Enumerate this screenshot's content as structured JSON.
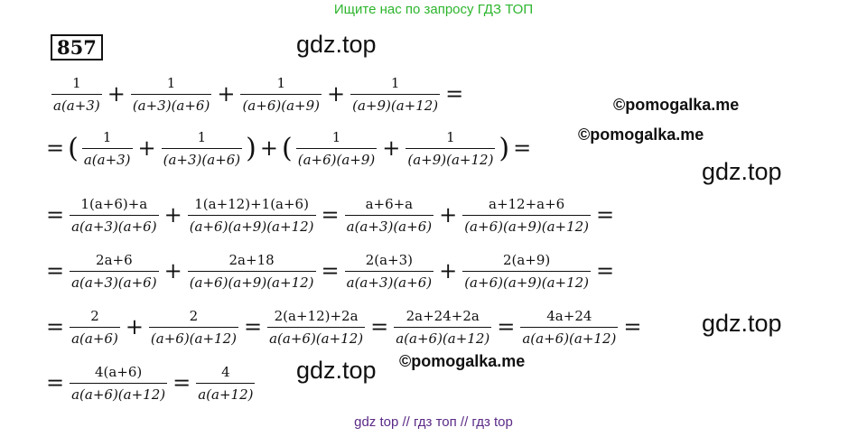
{
  "header": {
    "text": "Ищите нас по запросу ГДЗ ТОП"
  },
  "problem_number": "857",
  "watermarks": {
    "gdz_top_1": "gdz.top",
    "gdz_top_2": "gdz.top",
    "gdz_top_3": "gdz.top",
    "gdz_top_4": "gdz.top",
    "pomogalka_1": "©pomogalka.me",
    "pomogalka_2": "©pomogalka.me",
    "pomogalka_3": "©pomogalka.me"
  },
  "rows": {
    "r1": {
      "f1n": "1",
      "f1d": "a(a+3)",
      "f2n": "1",
      "f2d": "(a+3)(a+6)",
      "f3n": "1",
      "f3d": "(a+6)(a+9)",
      "f4n": "1",
      "f4d": "(a+9)(a+12)"
    },
    "r2": {
      "f1n": "1",
      "f1d": "a(a+3)",
      "f2n": "1",
      "f2d": "(a+3)(a+6)",
      "f3n": "1",
      "f3d": "(a+6)(a+9)",
      "f4n": "1",
      "f4d": "(a+9)(a+12)"
    },
    "r3": {
      "f1n": "1(a+6)+a",
      "f1d": "a(a+3)(a+6)",
      "f2n": "1(a+12)+1(a+6)",
      "f2d": "(a+6)(a+9)(a+12)",
      "f3n": "a+6+a",
      "f3d": "a(a+3)(a+6)",
      "f4n": "a+12+a+6",
      "f4d": "(a+6)(a+9)(a+12)"
    },
    "r4": {
      "f1n": "2a+6",
      "f1d": "a(a+3)(a+6)",
      "f2n": "2a+18",
      "f2d": "(a+6)(a+9)(a+12)",
      "f3n": "2(a+3)",
      "f3d": "a(a+3)(a+6)",
      "f4n": "2(a+9)",
      "f4d": "(a+6)(a+9)(a+12)"
    },
    "r5": {
      "f1n": "2",
      "f1d": "a(a+6)",
      "f2n": "2",
      "f2d": "(a+6)(a+12)",
      "f3n": "2(a+12)+2a",
      "f3d": "a(a+6)(a+12)",
      "f4n": "2a+24+2a",
      "f4d": "a(a+6)(a+12)",
      "f5n": "4a+24",
      "f5d": "a(a+6)(a+12)"
    },
    "r6": {
      "f1n": "4(a+6)",
      "f1d": "a(a+6)(a+12)",
      "f2n": "4",
      "f2d": "a(a+12)"
    }
  },
  "symbols": {
    "plus": "+",
    "eq": "=",
    "lpar": "(",
    "rpar": ")"
  },
  "footer": {
    "text": "gdz top  //  гдз топ  //  гдз top"
  }
}
